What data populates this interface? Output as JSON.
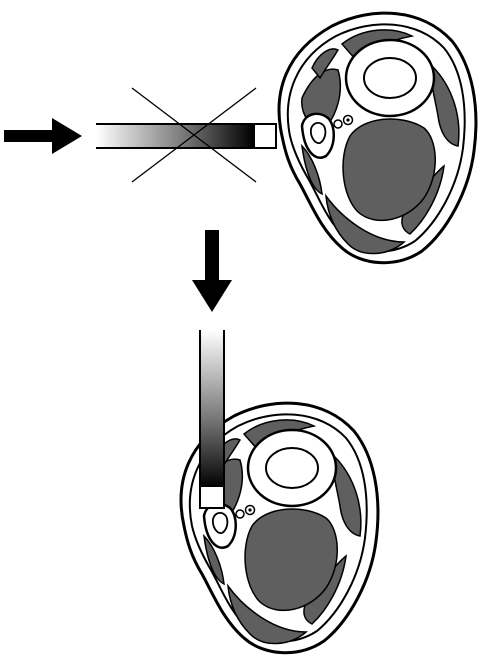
{
  "colors": {
    "ink": "#000000",
    "tissue": "#5f5f5f",
    "paper": "#ffffff"
  },
  "views": [
    {
      "id": "top",
      "approach": "horizontal",
      "rejected": true
    },
    {
      "id": "bottom",
      "approach": "vertical",
      "rejected": false
    }
  ]
}
